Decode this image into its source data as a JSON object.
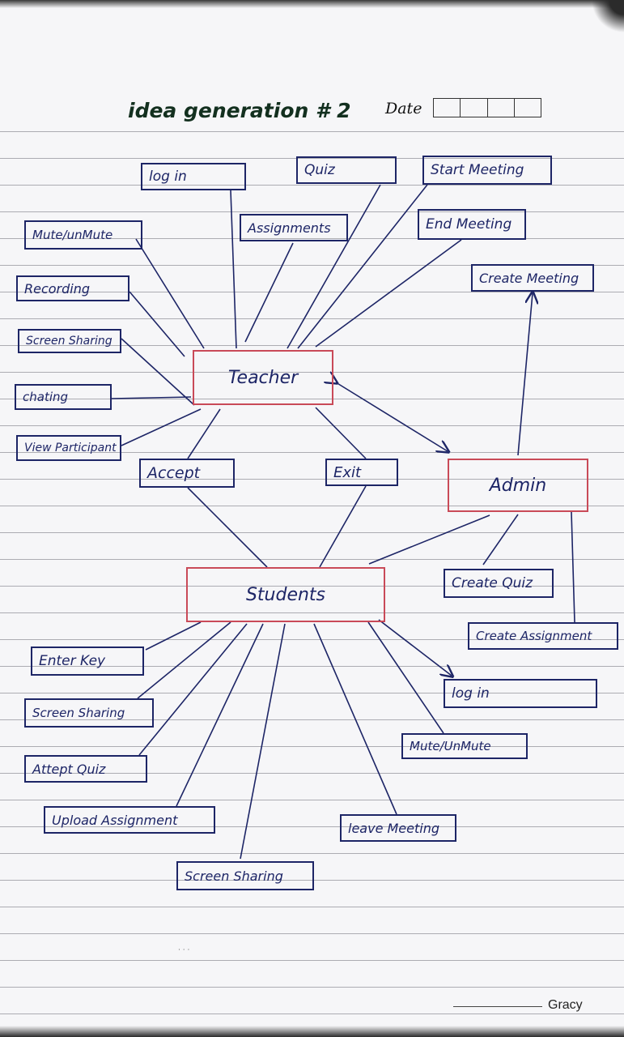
{
  "header": {
    "title": "idea generation # 2",
    "date_label": "Date"
  },
  "nodes": {
    "teacher": "Teacher",
    "admin": "Admin",
    "students": "Students",
    "login_teacher": "log in",
    "quiz": "Quiz",
    "start_meeting": "Start Meeting",
    "mute_unmute_teacher": "Mute/unMute",
    "assignments": "Assignments",
    "end_meeting": "End Meeting",
    "recording": "Recording",
    "create_meeting": "Create Meeting",
    "screen_sharing_teacher": "Screen Sharing",
    "chatting": "chating",
    "view_participant": "View Participant",
    "accept": "Accept",
    "exit": "Exit",
    "create_quiz": "Create Quiz",
    "create_assignment": "Create Assignment",
    "enter_key": "Enter Key",
    "screen_sharing_student_1": "Screen Sharing",
    "attempt_quiz": "Attept Quiz",
    "upload_assignment": "Upload Assignment",
    "screen_sharing_student_2": "Screen Sharing",
    "leave_meeting": "leave Meeting",
    "mute_unmute_student": "Mute/UnMute",
    "login_student": "log in"
  },
  "footer": {
    "brand": "Gracy"
  }
}
